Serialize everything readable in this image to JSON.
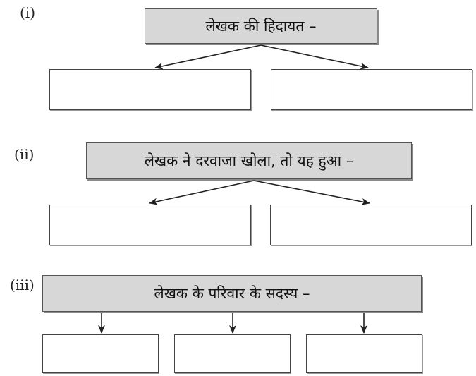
{
  "sections": [
    {
      "number": "(i)",
      "heading": "लेखक की हिदायत –"
    },
    {
      "number": "(ii)",
      "heading": "लेखक ने दरवाजा खोला, तो यह हुआ –"
    },
    {
      "number": "(iii)",
      "heading": "लेखक के परिवार के सदस्य –"
    }
  ],
  "colors": {
    "heading_box": "#d7d7d7",
    "border": "#444444",
    "arrow": "#222222"
  }
}
